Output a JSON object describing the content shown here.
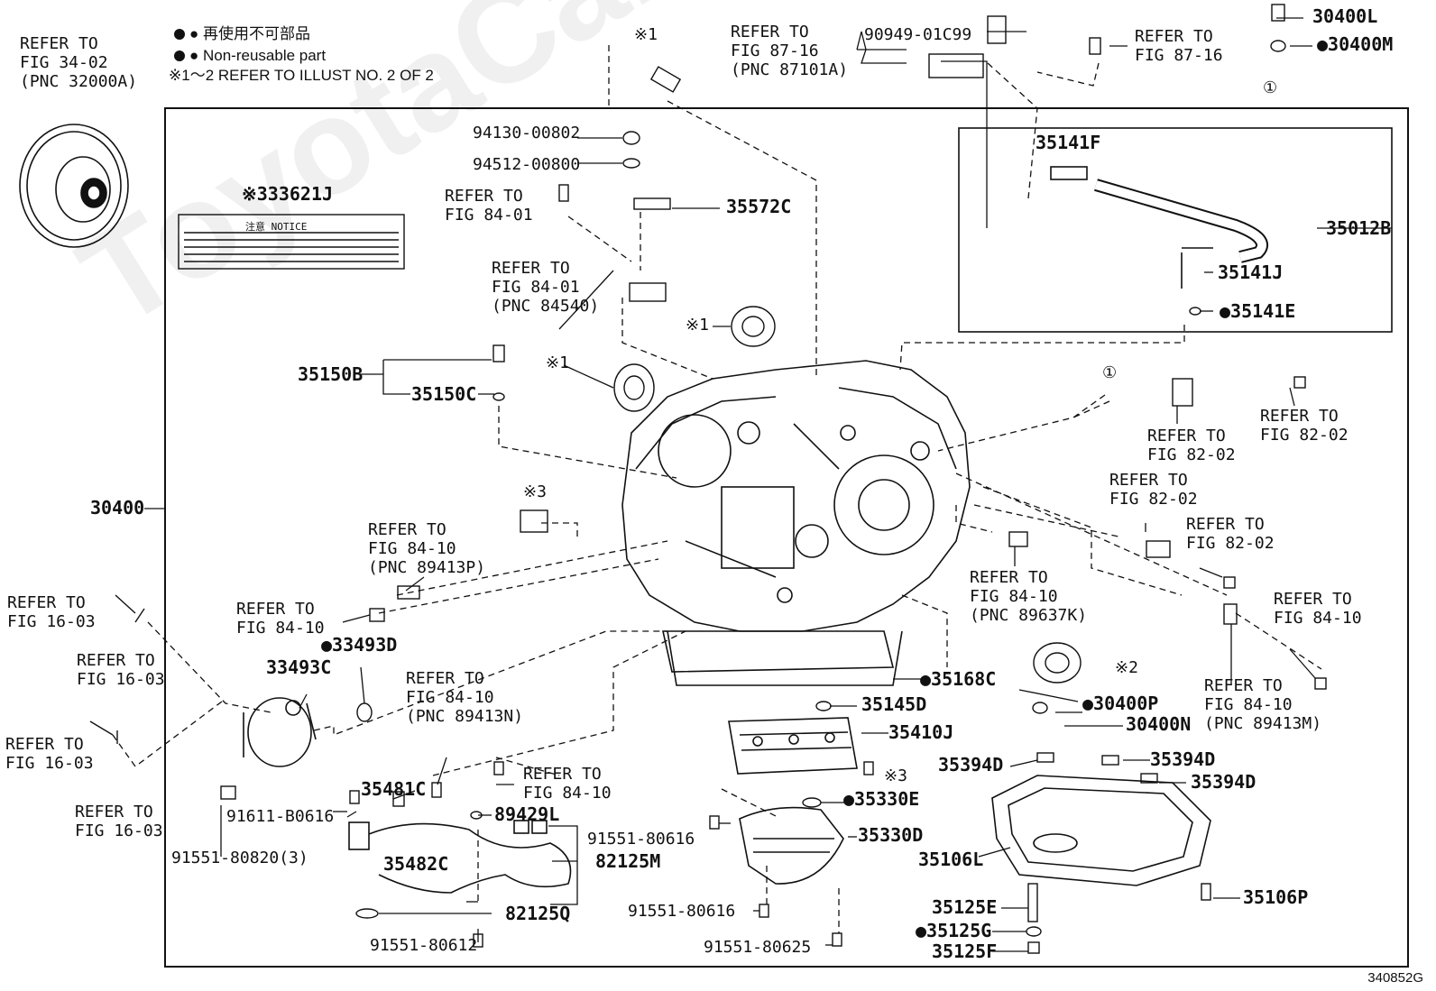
{
  "legend": {
    "reuse_jp": "● 再使用不可部品",
    "nonreusable": "● Non-reusable part",
    "note": "※1～2 REFER TO ILLUST NO. 2 OF 2"
  },
  "watermark": "ToyotaCarMine.ru",
  "diagram_code": "340852G",
  "notice_text": "注意 NOTICE",
  "labels": [
    {
      "id": "ref-fig34-02",
      "text": "REFER TO\nFIG 34-02\n(PNC 32000A)"
    },
    {
      "id": "note1-top",
      "text": "※1"
    },
    {
      "id": "ref-fig87-16-a",
      "text": "REFER TO\nFIG 87-16\n(PNC 87101A)"
    },
    {
      "id": "p90949",
      "text": "90949-01C99"
    },
    {
      "id": "ref-fig87-16-b",
      "text": "REFER TO\nFIG 87-16"
    },
    {
      "id": "p30400L",
      "text": "30400L"
    },
    {
      "id": "p30400M",
      "text": "●30400M"
    },
    {
      "id": "circ1-top",
      "text": "①"
    },
    {
      "id": "p94130",
      "text": "94130-00802"
    },
    {
      "id": "p94512",
      "text": "94512-00800"
    },
    {
      "id": "p33621J",
      "text": "※333621J"
    },
    {
      "id": "ref-fig84-01-a",
      "text": "REFER TO\nFIG 84-01"
    },
    {
      "id": "p35572C",
      "text": "35572C"
    },
    {
      "id": "ref-fig84-01-b",
      "text": "REFER TO\nFIG 84-01\n(PNC 84540)"
    },
    {
      "id": "p35141F",
      "text": "35141F"
    },
    {
      "id": "p35012B",
      "text": "35012B"
    },
    {
      "id": "p35141J",
      "text": "35141J"
    },
    {
      "id": "p35141E",
      "text": "●35141E"
    },
    {
      "id": "note1-mid",
      "text": "※1"
    },
    {
      "id": "note1-left",
      "text": "※1"
    },
    {
      "id": "p35150B",
      "text": "35150B"
    },
    {
      "id": "p35150C",
      "text": "35150C"
    },
    {
      "id": "circ1-mid",
      "text": "①"
    },
    {
      "id": "ref-fig82-02-a",
      "text": "REFER TO\nFIG 82-02"
    },
    {
      "id": "ref-fig82-02-b",
      "text": "REFER TO\nFIG 82-02"
    },
    {
      "id": "ref-fig82-02-c",
      "text": "REFER TO\nFIG 82-02"
    },
    {
      "id": "ref-fig82-02-d",
      "text": "REFER TO\nFIG 82-02"
    },
    {
      "id": "p30400",
      "text": "30400"
    },
    {
      "id": "note3-left",
      "text": "※3"
    },
    {
      "id": "ref-fig84-10-p89413P",
      "text": "REFER TO\nFIG 84-10\n(PNC 89413P)"
    },
    {
      "id": "ref-fig84-10-p89637K",
      "text": "REFER TO\nFIG 84-10\n(PNC 89637K)"
    },
    {
      "id": "ref-fig84-10-right",
      "text": "REFER TO\nFIG 84-10"
    },
    {
      "id": "ref-fig16-03-a",
      "text": "REFER TO\nFIG 16-03"
    },
    {
      "id": "ref-fig84-10-left",
      "text": "REFER TO\nFIG 84-10"
    },
    {
      "id": "p33493D",
      "text": "●33493D"
    },
    {
      "id": "ref-fig16-03-b",
      "text": "REFER TO\nFIG 16-03"
    },
    {
      "id": "p33493C",
      "text": "33493C"
    },
    {
      "id": "ref-fig84-10-p89413N",
      "text": "REFER TO\nFIG 84-10\n(PNC 89413N)"
    },
    {
      "id": "p35168C",
      "text": "●35168C"
    },
    {
      "id": "note2",
      "text": "※2"
    },
    {
      "id": "ref-fig84-10-p89413M",
      "text": "REFER TO\nFIG 84-10\n(PNC 89413M)"
    },
    {
      "id": "p35145D",
      "text": "35145D"
    },
    {
      "id": "p30400P",
      "text": "●30400P"
    },
    {
      "id": "p30400N",
      "text": "30400N"
    },
    {
      "id": "ref-fig16-03-c",
      "text": "REFER TO\nFIG 16-03"
    },
    {
      "id": "p35410J",
      "text": "35410J"
    },
    {
      "id": "p35394D-a",
      "text": "35394D"
    },
    {
      "id": "p35394D-b",
      "text": "35394D"
    },
    {
      "id": "p35394D-c",
      "text": "35394D"
    },
    {
      "id": "p35481C",
      "text": "35481C"
    },
    {
      "id": "ref-fig84-10-bottom",
      "text": "REFER TO\nFIG 84-10"
    },
    {
      "id": "note3-bottom",
      "text": "※3"
    },
    {
      "id": "ref-fig16-03-d",
      "text": "REFER TO\nFIG 16-03"
    },
    {
      "id": "p35330E",
      "text": "●35330E"
    },
    {
      "id": "p91611",
      "text": "91611-B0616"
    },
    {
      "id": "p89429L",
      "text": "89429L"
    },
    {
      "id": "p91551-80616-a",
      "text": "91551-80616"
    },
    {
      "id": "p35330D",
      "text": "35330D"
    },
    {
      "id": "p35106L",
      "text": "35106L"
    },
    {
      "id": "p91551-80820",
      "text": "91551-80820(3)"
    },
    {
      "id": "p35482C",
      "text": "35482C"
    },
    {
      "id": "p82125M",
      "text": "82125M"
    },
    {
      "id": "p82125Q",
      "text": "82125Q"
    },
    {
      "id": "p91551-80616-b",
      "text": "91551-80616"
    },
    {
      "id": "p35125E",
      "text": "35125E"
    },
    {
      "id": "p35106P",
      "text": "35106P"
    },
    {
      "id": "p35125G",
      "text": "●35125G"
    },
    {
      "id": "p91551-80612",
      "text": "91551-80612"
    },
    {
      "id": "p91551-80625",
      "text": "91551-80625"
    },
    {
      "id": "p35125F",
      "text": "35125F"
    }
  ]
}
